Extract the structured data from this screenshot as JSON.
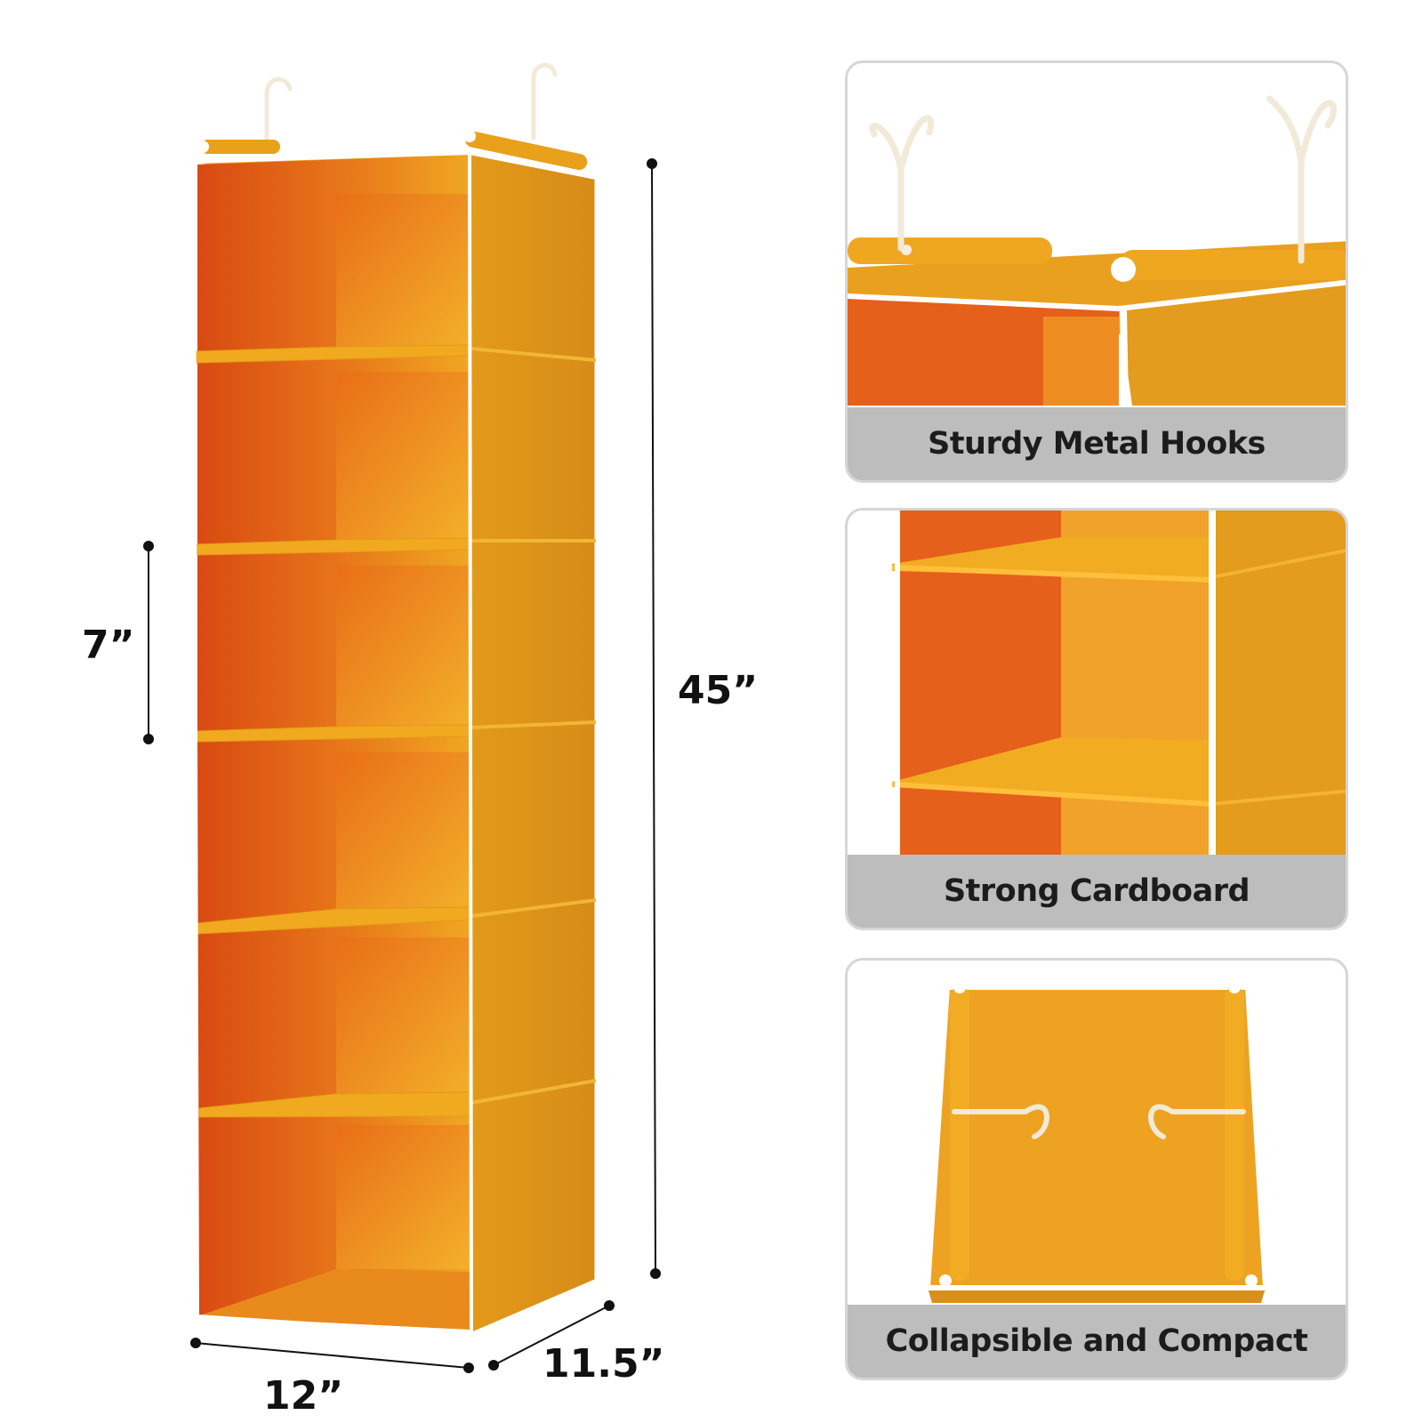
{
  "product": {
    "colors": {
      "fabric_front": "#e8a11a",
      "fabric_inside": "#e2621a",
      "fabric_side": "#d9901a",
      "trim": "#ffffff",
      "panel_caption_bg": "#bdbdbd"
    }
  },
  "dimensions": {
    "height": "45”",
    "shelf_gap": "7”",
    "width": "12”",
    "depth": "11.5”"
  },
  "features": [
    {
      "caption": "Sturdy Metal Hooks",
      "icon": "hooks-closeup-image"
    },
    {
      "caption": "Strong Cardboard",
      "icon": "shelf-closeup-image"
    },
    {
      "caption": "Collapsible and Compact",
      "icon": "folded-organizer-image"
    }
  ]
}
